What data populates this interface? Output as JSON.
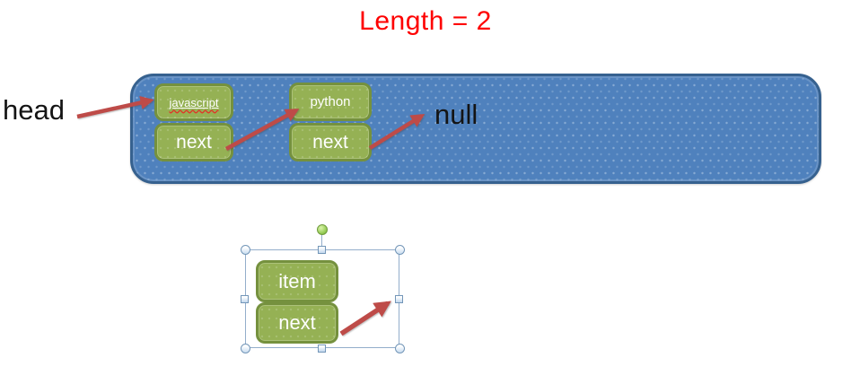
{
  "title": {
    "text": "Length = 2",
    "color": "#FE0000"
  },
  "linked_list": {
    "head_label": "head",
    "null_label": "null",
    "nodes": [
      {
        "value": "javascript",
        "pointer": "next",
        "spellcheck_underline": true
      },
      {
        "value": "python",
        "pointer": "next",
        "spellcheck_underline": false
      }
    ]
  },
  "selected_group": {
    "value_label": "item",
    "pointer_label": "next"
  },
  "colors": {
    "container_fill": "#4F81BD",
    "container_border": "#36618F",
    "node_fill": "#95B154",
    "node_border": "#75913E",
    "arrow": "#BE4B48",
    "title_red": "#FE0000",
    "selection_chrome": "#93AECB",
    "rotate_handle_green": "#8FC84E"
  }
}
